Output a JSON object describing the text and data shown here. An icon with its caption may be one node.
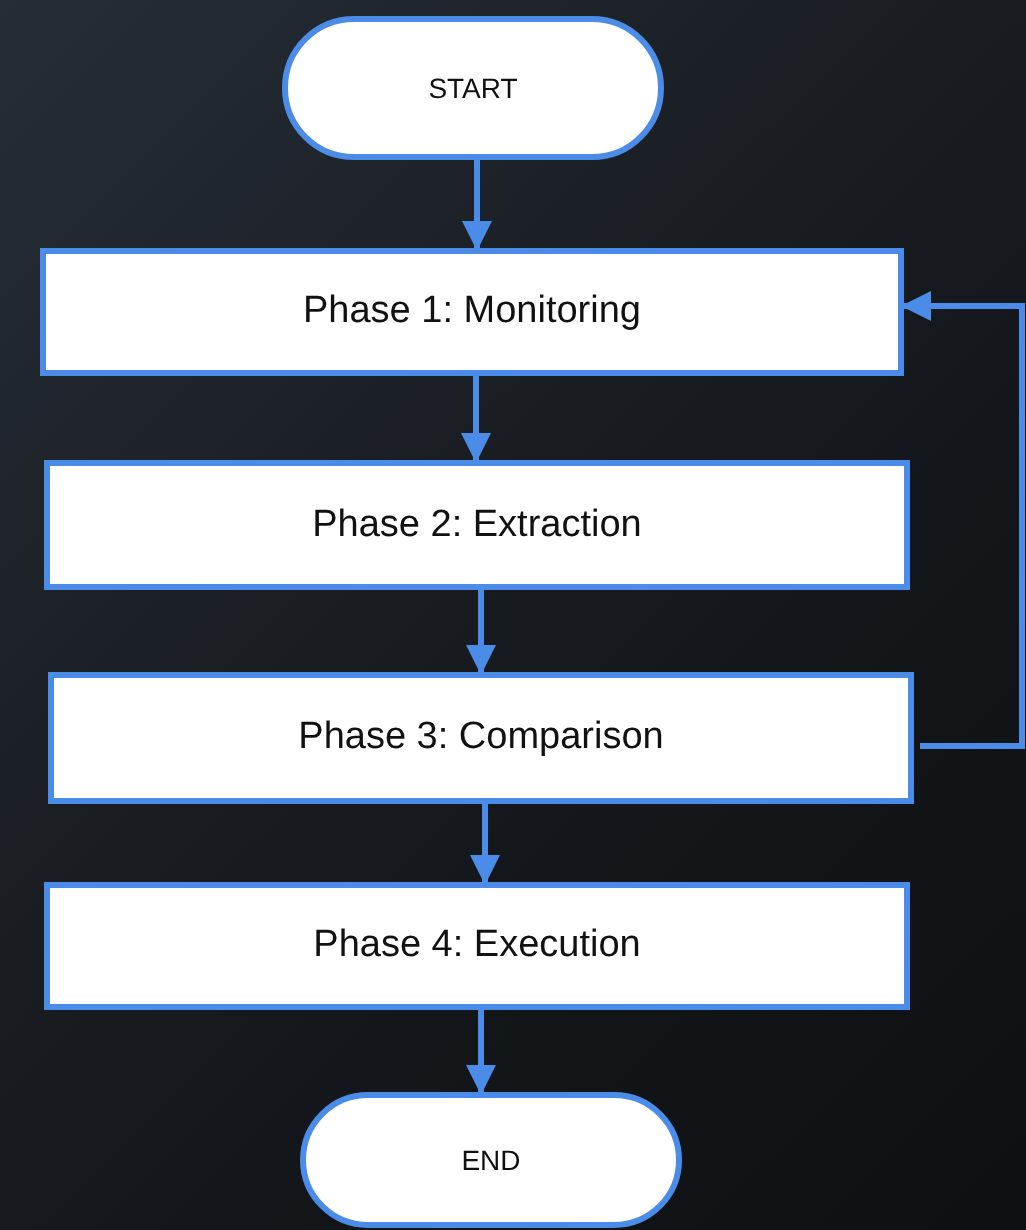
{
  "diagram": {
    "nodes": [
      {
        "text": [
          "START"
        ]
      },
      {
        "text": [
          "Phase 1: Monitoring"
        ]
      },
      {
        "text": [
          "Phase 2: Extraction"
        ]
      },
      {
        "text": [
          "Phase 3: Comparison"
        ]
      },
      {
        "text": [
          "Phase 4: Execution"
        ]
      },
      {
        "text": [
          "END"
        ]
      }
    ],
    "edges": [
      {
        "from": 0,
        "to": 1,
        "arrow": "to"
      },
      {
        "from": 1,
        "to": 2,
        "arrow": "to"
      },
      {
        "from": 2,
        "to": 3,
        "arrow": "to"
      },
      {
        "from": 3,
        "to": 4,
        "arrow": "to"
      },
      {
        "from": 4,
        "to": 5,
        "arrow": "to"
      },
      {
        "from": 3,
        "to": 1,
        "arrow": "to"
      }
    ]
  }
}
